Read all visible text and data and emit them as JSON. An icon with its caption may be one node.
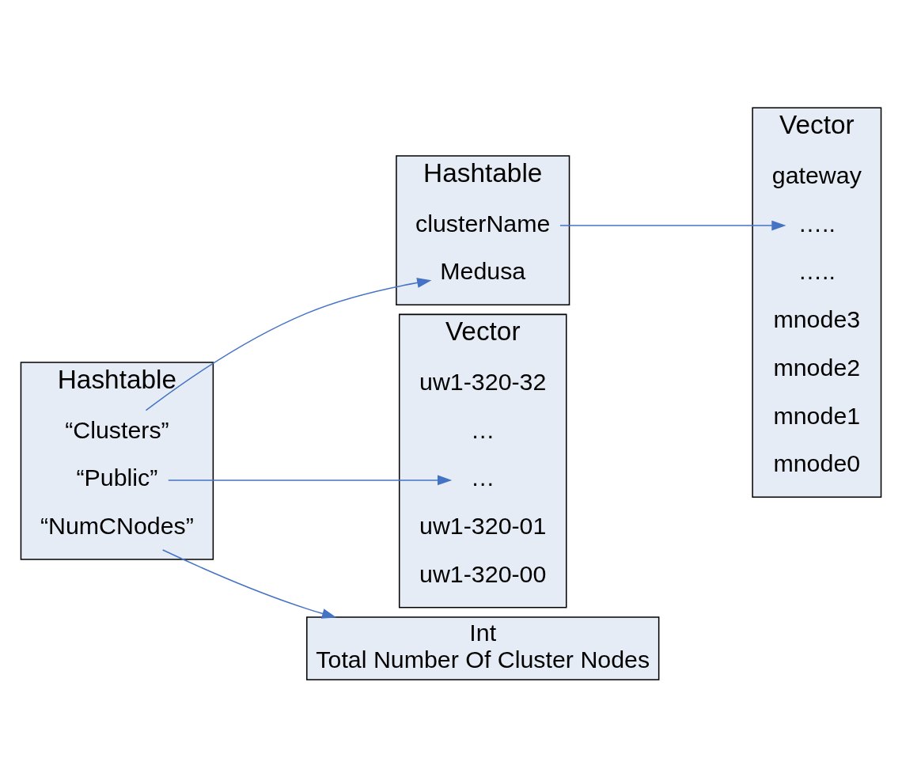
{
  "diagram": {
    "nodes": [
      {
        "text": [
          "Hashtable"
        ]
      },
      {
        "text": [
          "“Clusters”"
        ],
        "in": 0
      },
      {
        "text": [
          "“Public”"
        ],
        "in": 0
      },
      {
        "text": [
          "“NumCNodes”"
        ],
        "in": 0
      },
      {
        "text": [
          "Hashtable"
        ]
      },
      {
        "text": [
          "Medusa"
        ],
        "in": 4
      },
      {
        "text": [
          "clusterName"
        ],
        "in": 4
      },
      {
        "text": [
          "Vector"
        ]
      },
      {
        "text": [
          "mnode0"
        ],
        "in": 7
      },
      {
        "text": [
          "mnode1"
        ],
        "in": 7
      },
      {
        "text": [
          "mnode2"
        ],
        "in": 7
      },
      {
        "text": [
          "mnode3"
        ],
        "in": 7
      },
      {
        "text": [
          "….."
        ],
        "in": 7
      },
      {
        "text": [
          "….."
        ],
        "in": 7
      },
      {
        "text": [
          "gateway"
        ],
        "in": 7
      },
      {
        "text": [
          "Vector"
        ]
      },
      {
        "text": [
          "uw1-320-00"
        ],
        "in": 15
      },
      {
        "text": [
          "uw1-320-01"
        ],
        "in": 15
      },
      {
        "text": [
          "…"
        ],
        "in": 15
      },
      {
        "text": [
          "…"
        ],
        "in": 15
      },
      {
        "text": [
          "uw1-320-32"
        ],
        "in": 15
      },
      {
        "text": [
          "Int",
          "Total Number Of Cluster Nodes"
        ]
      }
    ],
    "edges": [
      {
        "from": 1,
        "to": 5,
        "arrow": "to"
      },
      {
        "from": 6,
        "to": 13,
        "arrow": "to"
      },
      {
        "from": 2,
        "to": 18,
        "arrow": "to"
      },
      {
        "from": 3,
        "to": 21,
        "arrow": "to"
      }
    ]
  }
}
